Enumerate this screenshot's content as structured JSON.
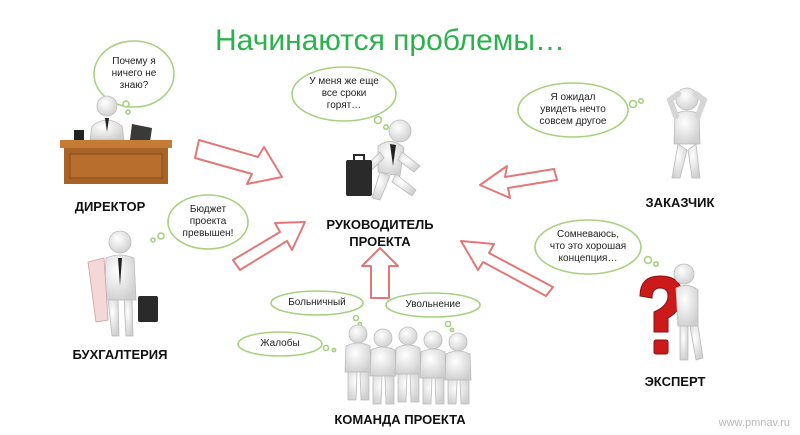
{
  "title": "Начинаются проблемы…",
  "roles": {
    "director": "ДИРЕКТОР",
    "accounting": "БУХГАЛТЕРИЯ",
    "manager_line1": "РУКОВОДИТЕЛЬ",
    "manager_line2": "ПРОЕКТА",
    "customer": "ЗАКАЗЧИК",
    "expert": "ЭКСПЕРТ",
    "team": "КОМАНДА ПРОЕКТА"
  },
  "bubbles": {
    "director": [
      "Почему я",
      "ничего не",
      "знаю?"
    ],
    "manager": [
      "У меня же еще",
      "все сроки",
      "горят…"
    ],
    "customer": [
      "Я ожидал",
      "увидеть нечто",
      "совсем другое"
    ],
    "accounting": [
      "Бюджет",
      "проекта",
      "превышен!"
    ],
    "expert": [
      "Сомневаюсь,",
      "что это хорошая",
      "концепция…"
    ],
    "sick": "Больничный",
    "dismissal": "Увольнение",
    "complaints": "Жалобы"
  },
  "watermark": "www.pmnav.ru",
  "colors": {
    "title": "#2bb24c",
    "bubble_border": "#a8d080",
    "arrow": "#e07878",
    "figure": "#ececec",
    "desk": "#b06a2c",
    "question_mark": "#cc1a1a"
  },
  "icons": [
    "thought-bubble",
    "person-figure",
    "desk",
    "laptop",
    "briefcase",
    "question-mark",
    "arrow"
  ]
}
